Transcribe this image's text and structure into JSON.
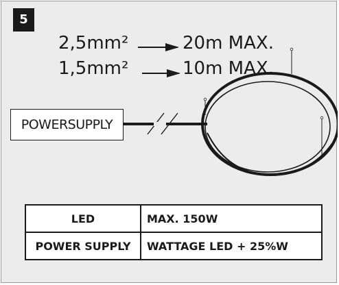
{
  "step": {
    "number": "5"
  },
  "cable_specs": [
    {
      "section": "2,5mm²",
      "max_length": "20m MAX."
    },
    {
      "section": "1,5mm²",
      "max_length": "10m MAX."
    }
  ],
  "power_supply_label": "POWERSUPPLY",
  "table": {
    "rows": [
      [
        "LED",
        "MAX. 150W"
      ],
      [
        "POWER SUPPLY",
        "WATTAGE LED + 25%W"
      ]
    ]
  },
  "colors": {
    "panel_background": "#ececec",
    "ink": "#1a1a1a",
    "box_fill": "#ffffff"
  }
}
